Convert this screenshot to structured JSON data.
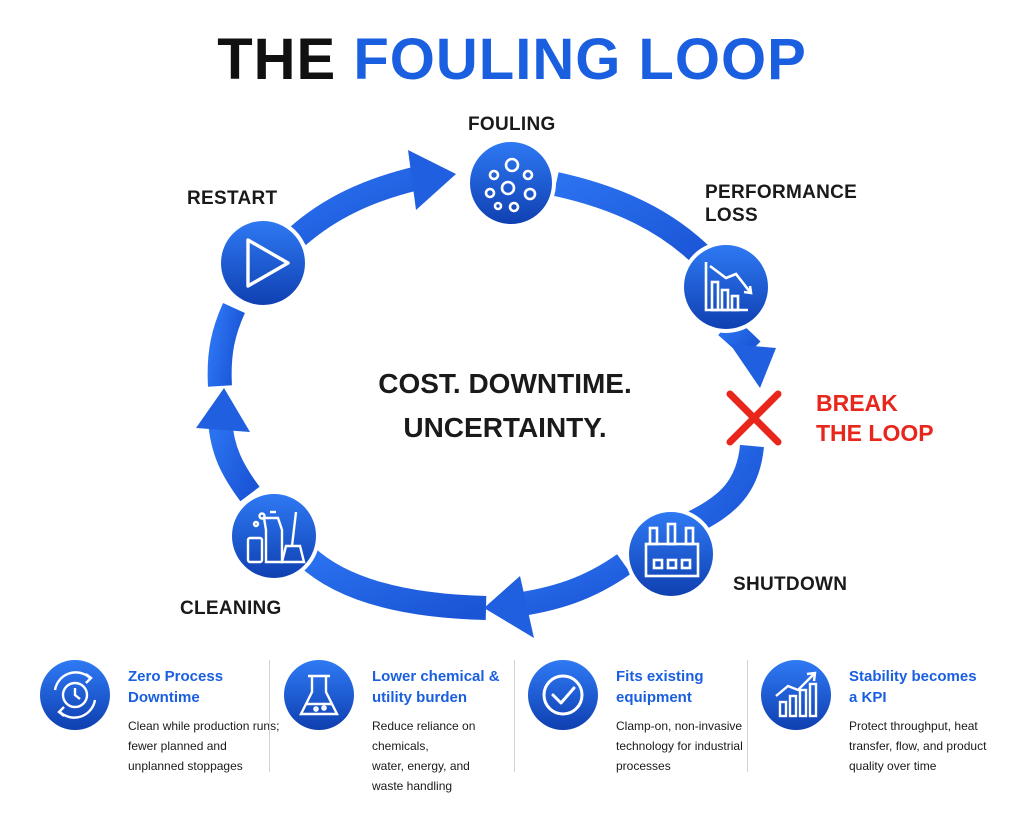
{
  "title": {
    "part1": "THE",
    "part2": "FOULING LOOP"
  },
  "colors": {
    "accent": "#1a5fe0",
    "icon_gradient": [
      "#2f7af5",
      "#0f3fb0"
    ],
    "break": "#e8261b",
    "text": "#1a1a1a"
  },
  "loop": {
    "nodes": [
      {
        "label": "FOULING",
        "icon": "particles-icon"
      },
      {
        "label": "PERFORMANCE LOSS",
        "icon": "declining-chart-icon"
      },
      {
        "label": "SHUTDOWN",
        "icon": "factory-icon"
      },
      {
        "label": "CLEANING",
        "icon": "cleaning-supplies-icon"
      },
      {
        "label": "RESTART",
        "icon": "play-icon"
      }
    ],
    "center_text": {
      "line1": "COST. DOWNTIME.",
      "line2": "UNCERTAINTY."
    },
    "break": {
      "line1": "BREAK",
      "line2": "THE LOOP",
      "icon": "red-x-icon"
    }
  },
  "features": [
    {
      "title_line1": "Zero Process",
      "title_line2": "Downtime",
      "desc_line1": "Clean while production runs;",
      "desc_line2": "fewer planned and",
      "desc_line3": "unplanned stoppages",
      "icon": "clock-cycle-icon"
    },
    {
      "title_line1": "Lower chemical &",
      "title_line2": "utility burden",
      "desc_line1": "Reduce reliance on chemicals,",
      "desc_line2": "water, energy, and",
      "desc_line3": "waste handling",
      "icon": "flask-icon"
    },
    {
      "title_line1": "Fits existing",
      "title_line2": "equipment",
      "desc_line1": "Clamp-on, non-invasive",
      "desc_line2": "technology for industrial",
      "desc_line3": "processes",
      "icon": "checkmark-icon"
    },
    {
      "title_line1": "Stability becomes",
      "title_line2": "a KPI",
      "desc_line1": "Protect throughput, heat",
      "desc_line2": "transfer, flow, and product",
      "desc_line3": "quality over time",
      "icon": "growth-chart-icon"
    }
  ]
}
